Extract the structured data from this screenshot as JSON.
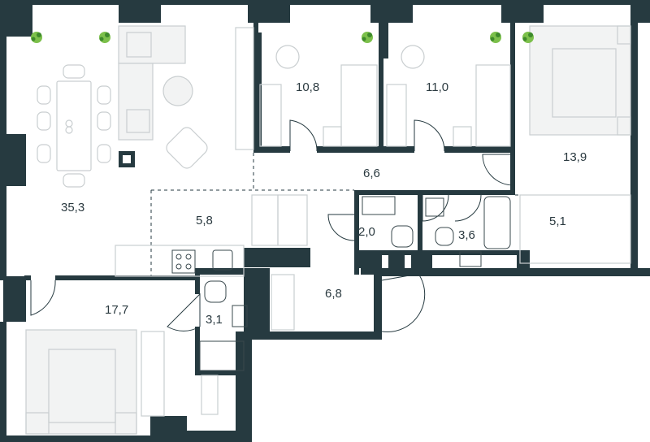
{
  "plan": {
    "rooms": [
      {
        "id": "living",
        "area": "35,3"
      },
      {
        "id": "bedroom-1",
        "area": "10,8"
      },
      {
        "id": "bedroom-2",
        "area": "11,0"
      },
      {
        "id": "bedroom-master",
        "area": "13,9"
      },
      {
        "id": "corridor",
        "area": "6,6"
      },
      {
        "id": "kitchen",
        "area": "5,8"
      },
      {
        "id": "wc-small",
        "area": "2,0"
      },
      {
        "id": "bathroom-1",
        "area": "3,6"
      },
      {
        "id": "wardrobe-1",
        "area": "5,1"
      },
      {
        "id": "bedroom-3",
        "area": "17,7"
      },
      {
        "id": "bathroom-2",
        "area": "3,1"
      },
      {
        "id": "hall",
        "area": "6,8"
      }
    ],
    "colors": {
      "wall": "#263a40",
      "furniture": "#c9ced0",
      "plant": "#7cc04b",
      "window": "#8ecbe0"
    }
  }
}
